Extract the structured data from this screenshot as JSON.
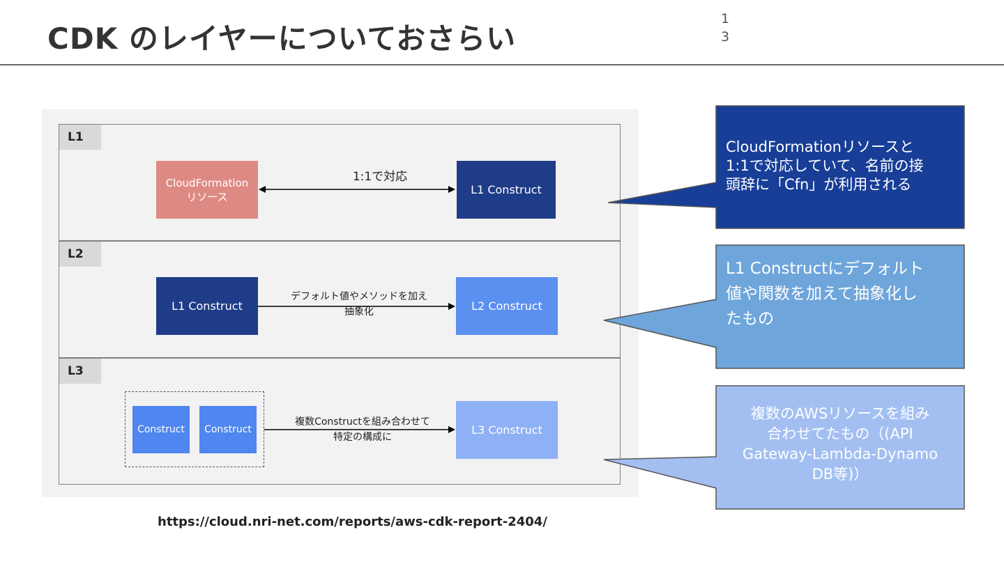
{
  "slide": {
    "title": "CDK のレイヤーについておさらい",
    "page_number": "1\n3",
    "source_url": "https://cloud.nri-net.com/reports/aws-cdk-report-2404/"
  },
  "colors": {
    "cfn_resource": "#de8a84",
    "l1": "#1f3c88",
    "l2": "#5b8ff0",
    "l3": "#8eb0f5",
    "construct": "#4f86ef",
    "callout_l1": "#183e97",
    "callout_l2": "#6ea5da",
    "callout_l3": "#a3bff2"
  },
  "layers": [
    {
      "tag": "L1",
      "source_box": "CloudFormation\nリソース",
      "arrow_label": "1:1で対応",
      "target_box": "L1 Construct"
    },
    {
      "tag": "L2",
      "source_box": "L1 Construct",
      "arrow_label": "デフォルト値やメソッドを加え\n抽象化",
      "target_box": "L2 Construct"
    },
    {
      "tag": "L3",
      "source_boxes": [
        "Construct",
        "Construct"
      ],
      "arrow_label": "複数Constructを組み合わせて\n特定の構成に",
      "target_box": "L3 Construct"
    }
  ],
  "callouts": [
    "CloudFormationリソースと\n1:1で対応していて、名前の接\n頭辞に「Cfn」が利用される",
    "L1 Constructにデフォルト\n値や関数を加えて抽象化し\nたもの",
    "複数のAWSリソースを組み\n合わせてたもの（(API\nGateway-Lambda-Dynamo\nDB等)）"
  ]
}
